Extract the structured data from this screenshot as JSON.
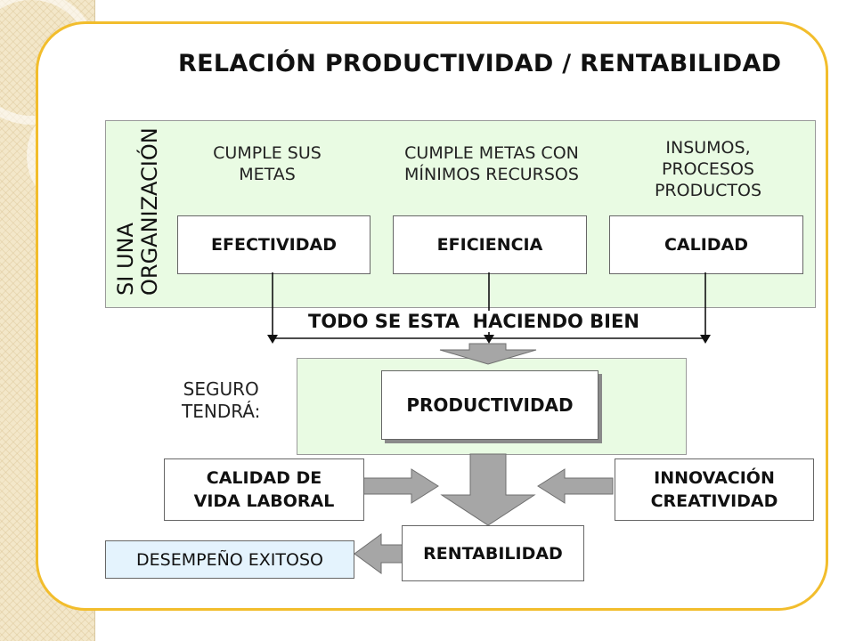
{
  "title": "RELACIÓN PRODUCTIVIDAD / RENTABILIDAD",
  "side_label": {
    "line1": "SI UNA",
    "line2": "ORGANIZACIÓN"
  },
  "columns": [
    {
      "caption_line1": "CUMPLE SUS",
      "caption_line2": "METAS",
      "caption_line3": "",
      "box": "EFECTIVIDAD"
    },
    {
      "caption_line1": "CUMPLE METAS CON",
      "caption_line2": "MÍNIMOS RECURSOS",
      "caption_line3": "",
      "box": "EFICIENCIA"
    },
    {
      "caption_line1": "INSUMOS,",
      "caption_line2": "PROCESOS",
      "caption_line3": "PRODUCTOS",
      "box": "CALIDAD"
    }
  ],
  "merge_label": "TODO SE ESTA  HACIENDO BIEN",
  "seguro": {
    "line1": "SEGURO",
    "line2": "TENDRÁ:"
  },
  "productividad": "PRODUCTIVIDAD",
  "left_factor": {
    "line1": "CALIDAD DE",
    "line2": "VIDA LABORAL"
  },
  "right_factor": {
    "line1": "INNOVACIÓN",
    "line2": "CREATIVIDAD"
  },
  "rentabilidad": "RENTABILIDAD",
  "result": "DESEMPEÑO EXITOSO",
  "colors": {
    "frame": "#f2bd2c",
    "panel_green": "#e9fbe3",
    "result_blue": "#e4f3fd",
    "arrow_gray": "#a6a6a6"
  }
}
